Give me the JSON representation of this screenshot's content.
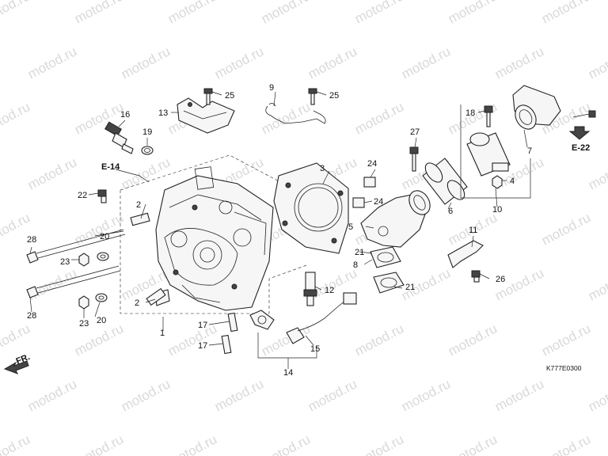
{
  "watermark": "motod.ru",
  "diagram_code": "K777E0300",
  "direction_label": "FR.",
  "reference_labels": {
    "e14": "E-14",
    "e22": "E-22"
  },
  "callouts": {
    "c1": "1",
    "c2a": "2",
    "c2b": "2",
    "c3": "3",
    "c4": "4",
    "c5": "5",
    "c6": "6",
    "c7": "7",
    "c8": "8",
    "c9": "9",
    "c10": "10",
    "c11": "11",
    "c12": "12",
    "c13": "13",
    "c14": "14",
    "c15": "15",
    "c16": "16",
    "c17a": "17",
    "c17b": "17",
    "c18": "18",
    "c19": "19",
    "c20a": "20",
    "c20b": "20",
    "c21a": "21",
    "c21b": "21",
    "c22": "22",
    "c23a": "23",
    "c23b": "23",
    "c24a": "24",
    "c24b": "24",
    "c25a": "25",
    "c25b": "25",
    "c26": "26",
    "c27": "27",
    "c28a": "28",
    "c28b": "28"
  },
  "colors": {
    "line": "#222222",
    "watermark": "#d9d9d9",
    "background": "#ffffff"
  }
}
